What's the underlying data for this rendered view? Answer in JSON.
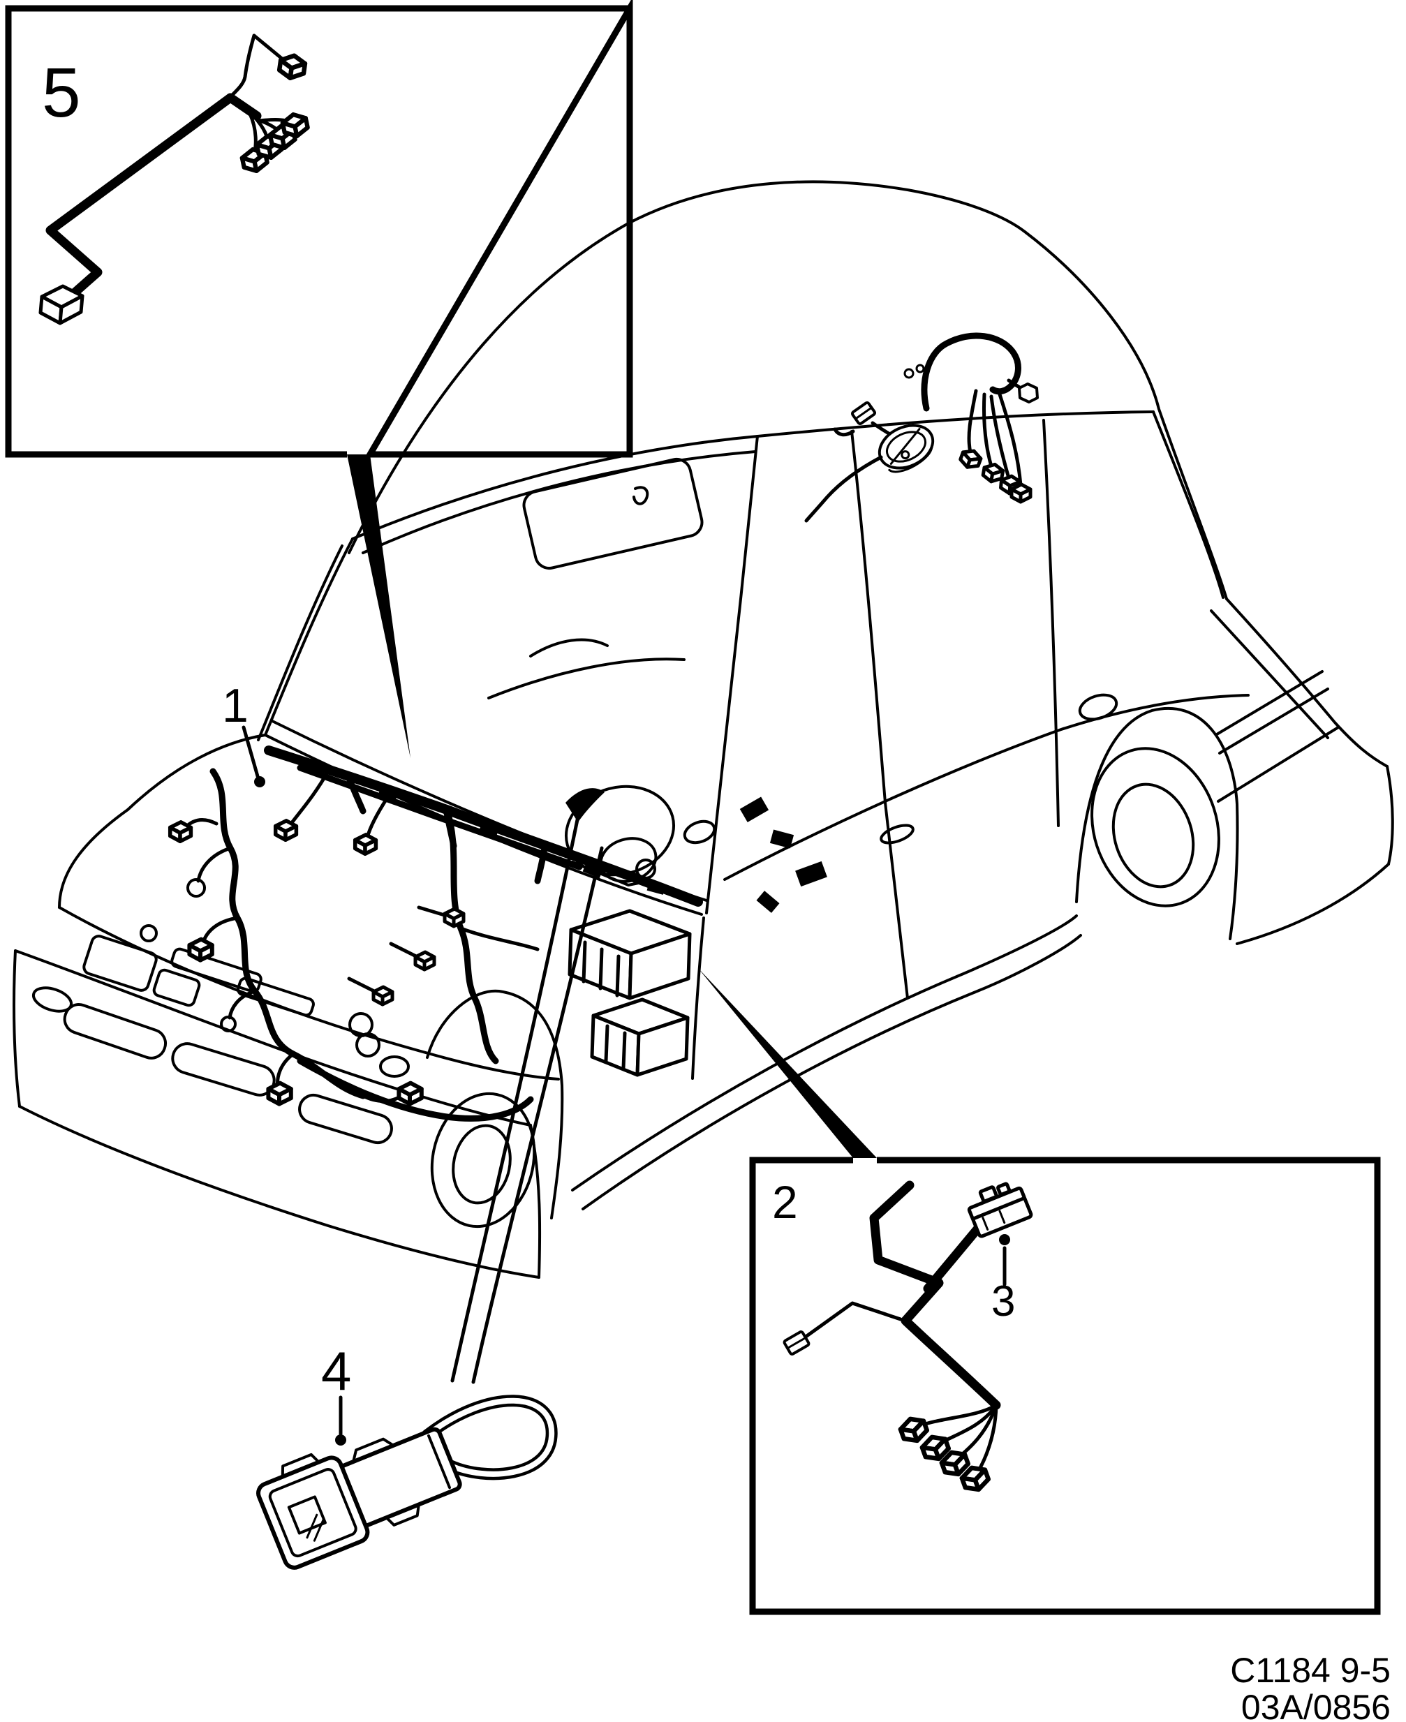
{
  "page": {
    "type": "parts-catalog-illustration",
    "colors": {
      "ink": "#000000",
      "paper": "#ffffff"
    }
  },
  "callouts": {
    "c1": "1",
    "c2": "2",
    "c3": "3",
    "c4": "4",
    "c5": "5"
  },
  "footer": {
    "code": "C1184 9-5",
    "ref": "03A/0856"
  }
}
